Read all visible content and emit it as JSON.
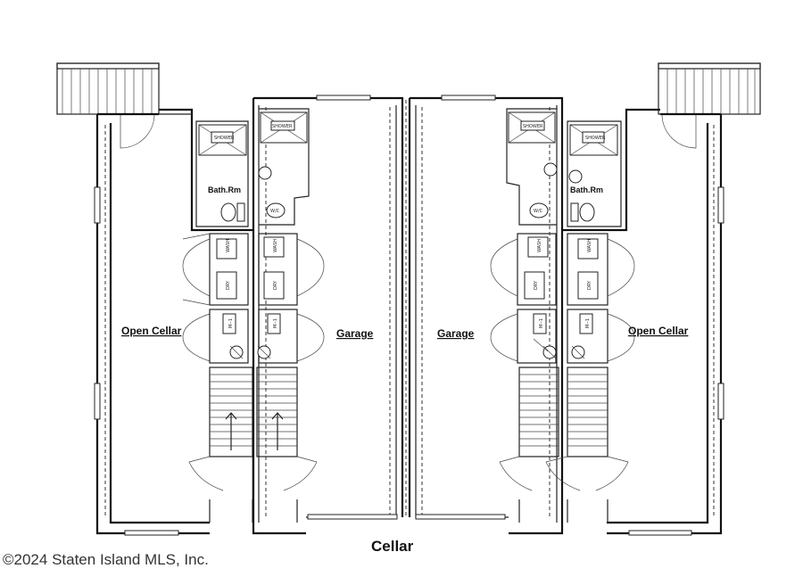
{
  "rooms": {
    "open_cellar_left": "Open Cellar",
    "garage_left": "Garage",
    "garage_right": "Garage",
    "open_cellar_right": "Open Cellar",
    "bath_left": "Bath.Rm",
    "bath_right": "Bath.Rm"
  },
  "fixtures": {
    "shower": "SHOWER",
    "wash": "WASH",
    "dry": "DRY",
    "meter": "M--1",
    "wc": "W/C"
  },
  "title": "Cellar",
  "watermark": "©2024 Staten Island MLS, Inc."
}
